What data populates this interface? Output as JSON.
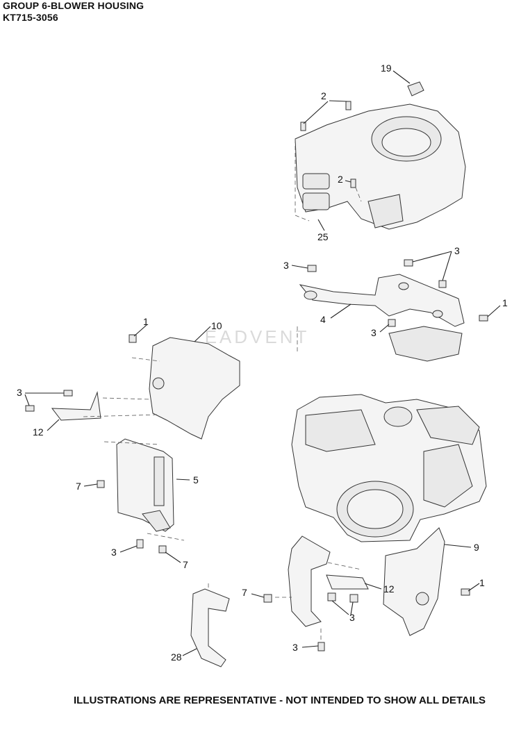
{
  "header": {
    "group_title": "GROUP 6-BLOWER HOUSING",
    "model_number": "KT715-3056"
  },
  "callouts": {
    "c19": "19",
    "c2a": "2",
    "c2b": "2",
    "c25": "25",
    "c3a": "3",
    "c3b": "3",
    "c4": "4",
    "c1a": "1",
    "c3c": "3",
    "c1b": "1",
    "c10": "10",
    "c3d": "3",
    "c12a": "12",
    "c7a": "7",
    "c5": "5",
    "c3e": "3",
    "c7b": "7",
    "c9": "9",
    "c1c": "1",
    "c7c": "7",
    "c12b": "12",
    "c3f": "3",
    "c3g": "3",
    "c28": "28"
  },
  "watermark": "EADVENT",
  "footer": "ILLUSTRATIONS ARE REPRESENTATIVE - NOT INTENDED TO SHOW ALL DETAILS"
}
